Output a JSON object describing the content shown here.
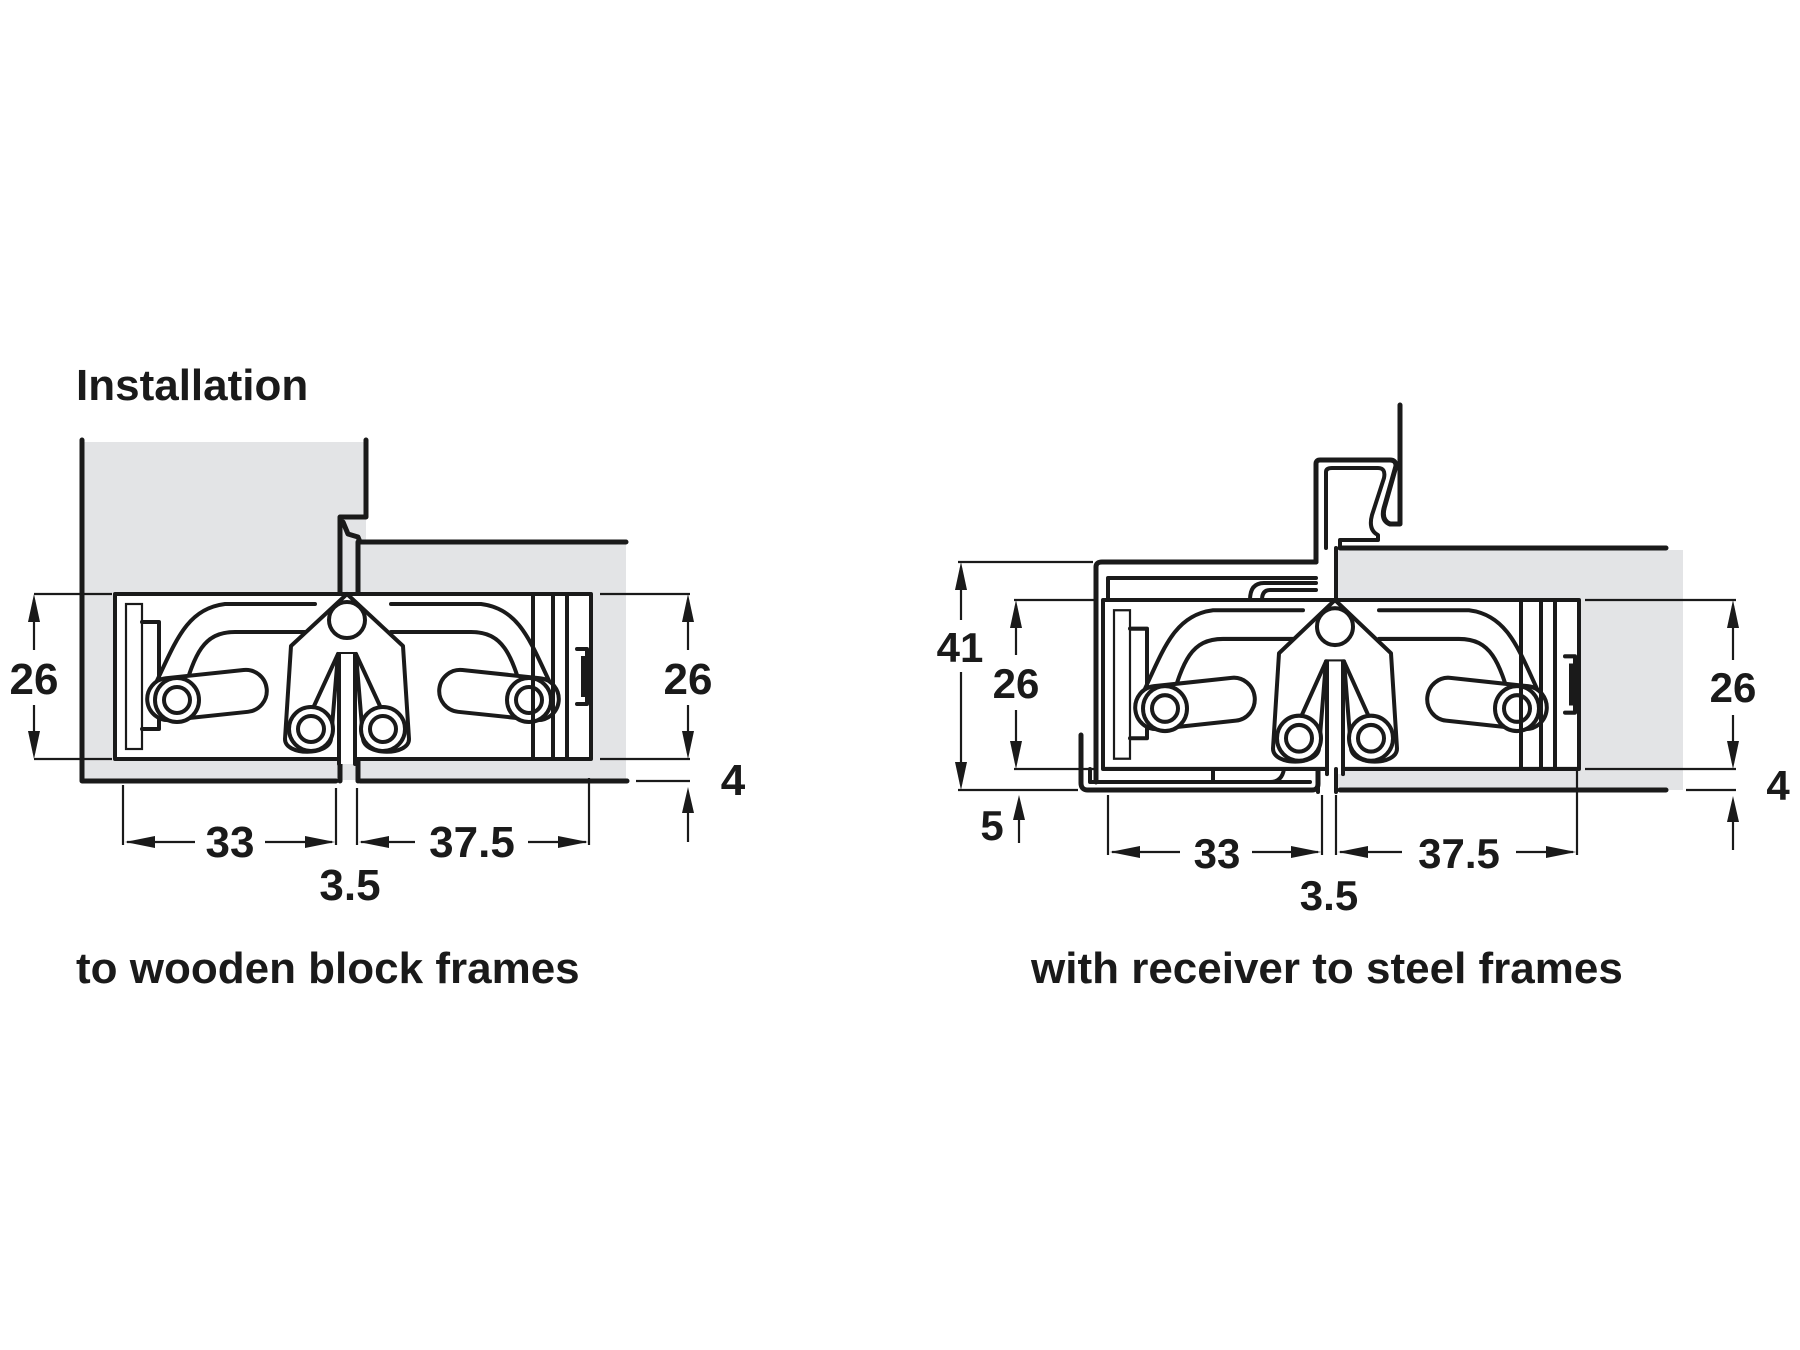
{
  "title": "Installation",
  "diagrams": [
    {
      "caption": "to wooden block frames",
      "dimensions": {
        "height_left": "26",
        "height_right": "26",
        "offset_bottom": "4",
        "width_left": "33",
        "width_right": "37.5",
        "gap": "3.5"
      }
    },
    {
      "caption": "with receiver to steel frames",
      "dimensions": {
        "height_total": "41",
        "height_left": "26",
        "height_right": "26",
        "offset_bottom_left": "5",
        "offset_bottom_right": "4",
        "width_left": "33",
        "width_right": "37.5",
        "gap": "3.5"
      }
    }
  ],
  "colors": {
    "line": "#1a1a1a",
    "fill_gray": "#e3e4e6",
    "background": "#ffffff"
  }
}
